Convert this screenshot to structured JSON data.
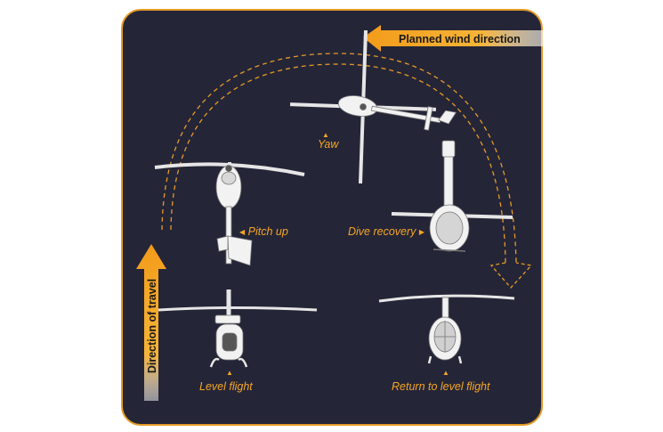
{
  "labels": {
    "wind": "Planned wind direction",
    "travel": "Direction of travel",
    "yaw": "Yaw",
    "pitch_up": "Pitch up",
    "dive_recovery": "Dive recovery",
    "level_flight": "Level flight",
    "return_level": "Return to level flight"
  },
  "glyphs": {
    "up": "▲",
    "left": "◀",
    "right": "▶"
  },
  "colors": {
    "panel": "#252538",
    "accent": "#f4a623",
    "border": "#e49b26",
    "heli": "#f2f2f2"
  }
}
